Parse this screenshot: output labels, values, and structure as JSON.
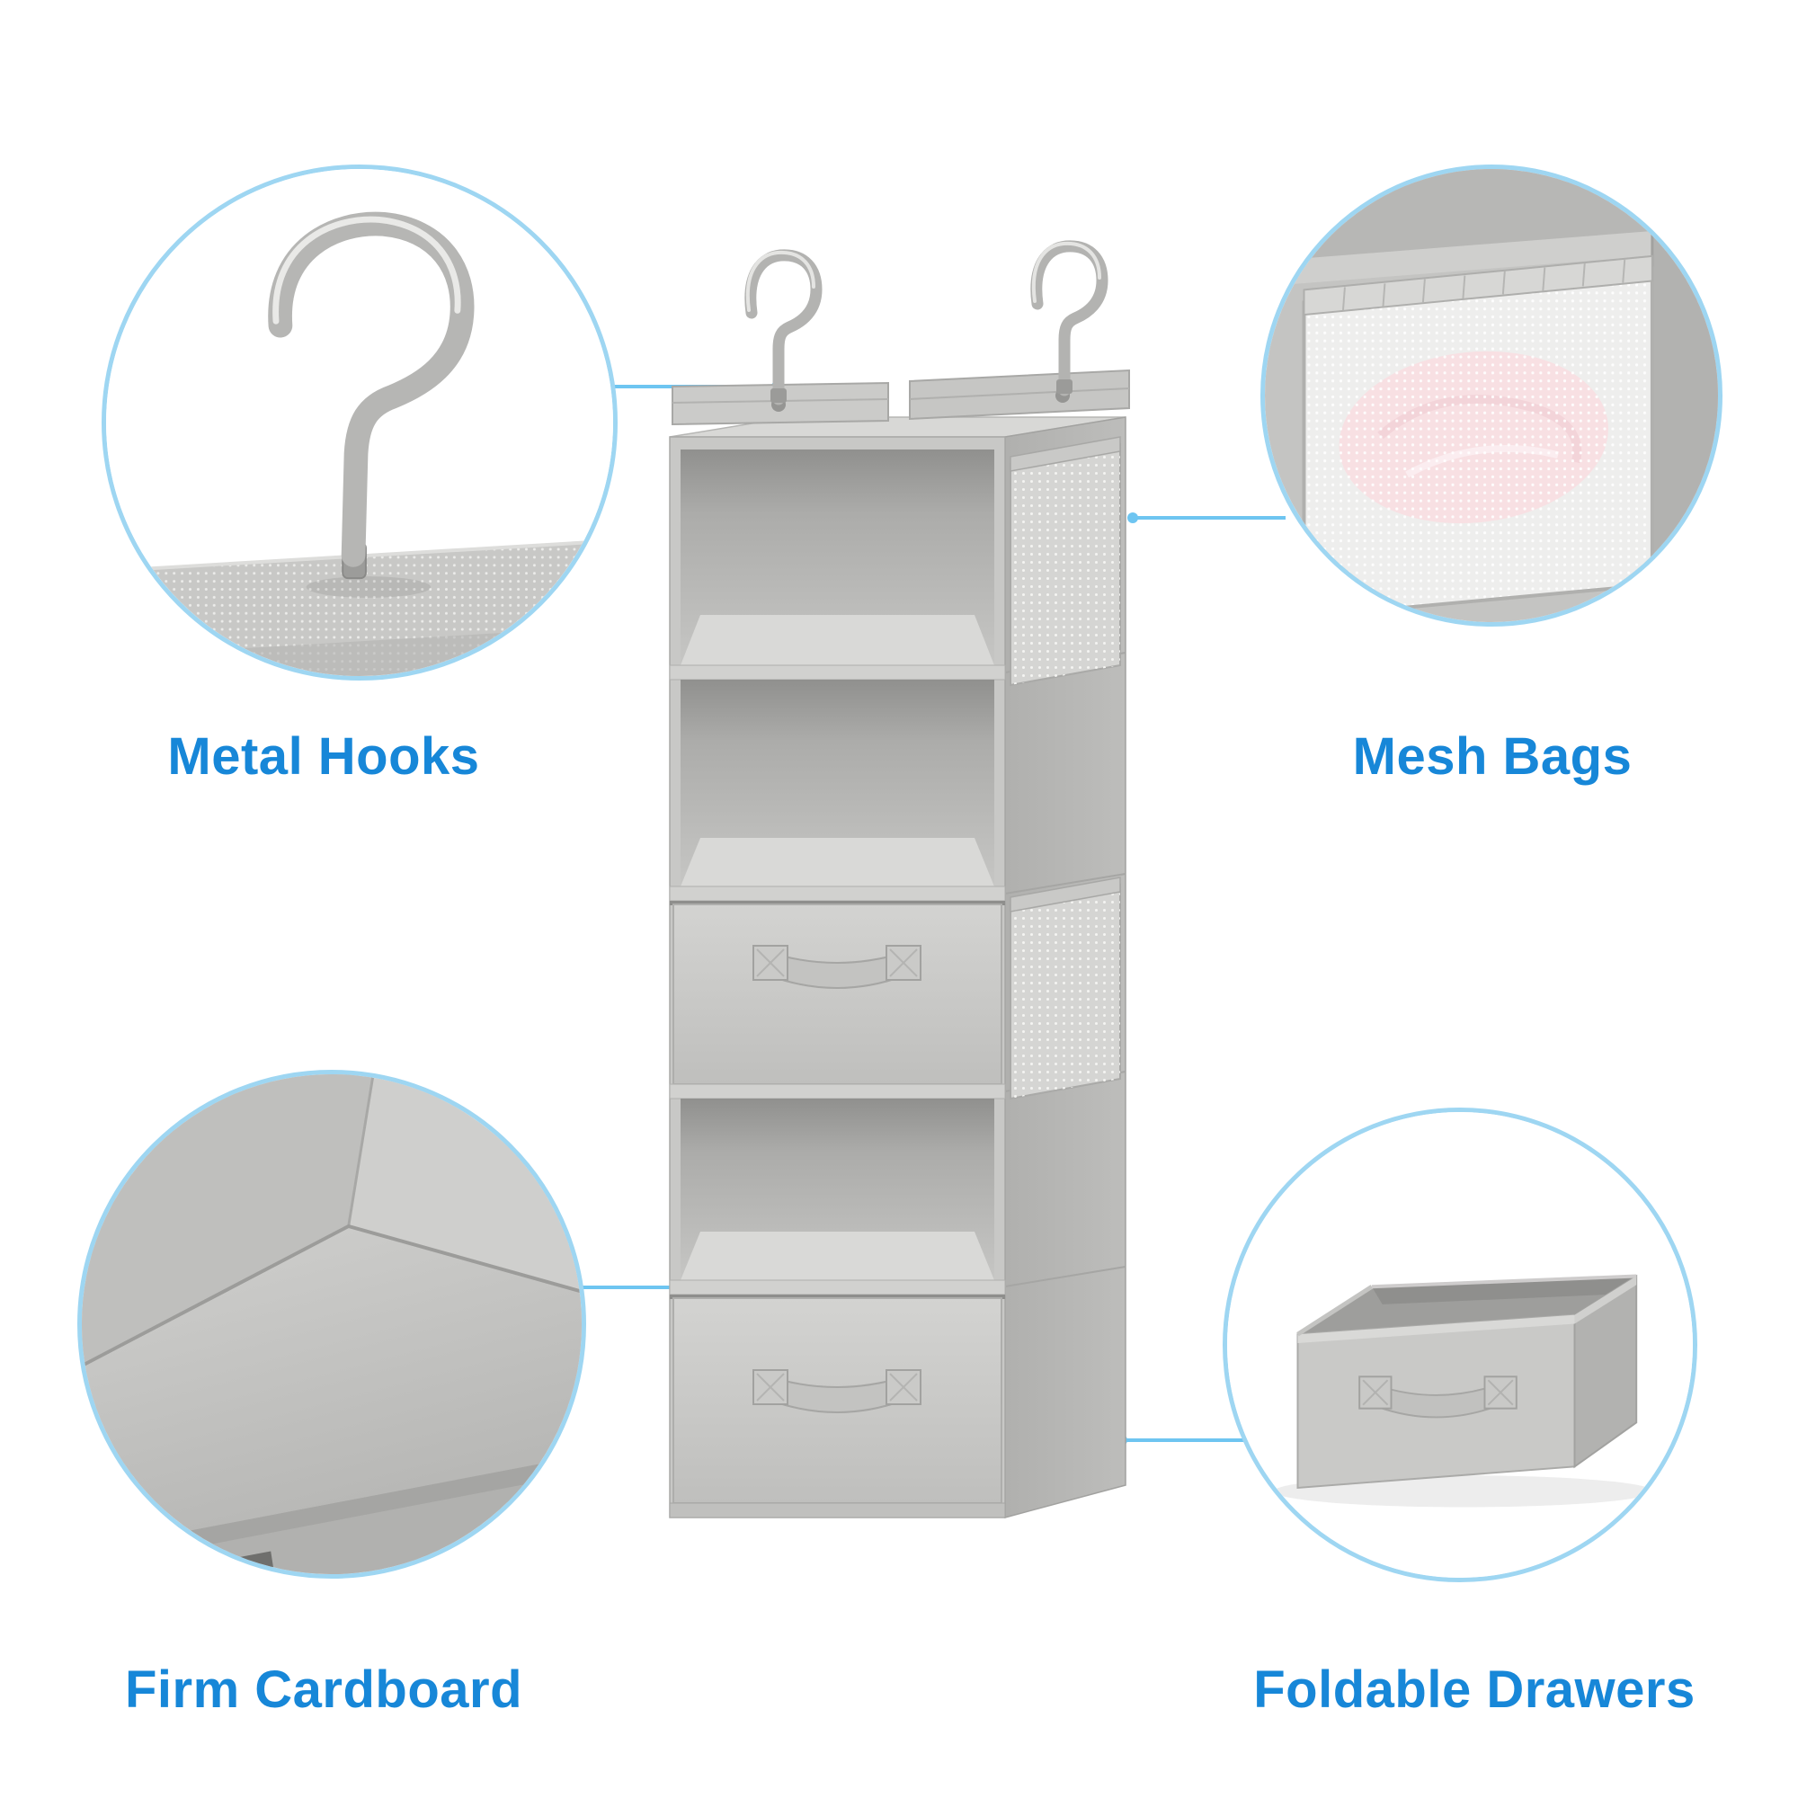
{
  "image": {
    "kind": "product-feature-callout-graphic",
    "background": "#ffffff",
    "subject": "Hanging closet organizer with five fabric shelf cubes, two pull-out drawers with handles, side mesh pockets and two metal hanging hooks"
  },
  "colors": {
    "label_text": "#1787d8",
    "circle_border": "#9ed6f2",
    "connector_line": "#6ec5f1"
  },
  "callouts": [
    {
      "id": "metal-hooks",
      "label": "Metal Hooks",
      "position": "top-left"
    },
    {
      "id": "mesh-bags",
      "label": "Mesh Bags",
      "position": "top-right"
    },
    {
      "id": "firm-cardboard",
      "label": "Firm Cardboard",
      "position": "bottom-left"
    },
    {
      "id": "foldable-drawers",
      "label": "Foldable Drawers",
      "position": "bottom-right"
    }
  ]
}
